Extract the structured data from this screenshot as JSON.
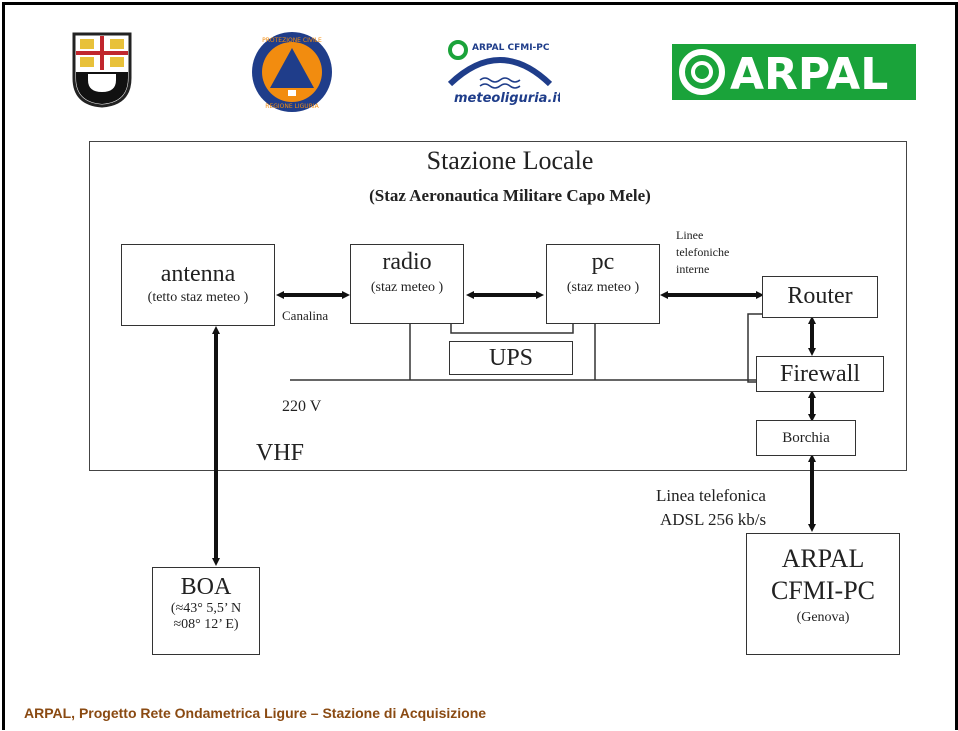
{
  "logos": {
    "logo1": "regione-liguria-crest",
    "logo2": {
      "line1": "PROTEZIONE CIVILE",
      "line2": "REGIONE LIGURIA"
    },
    "logo3": {
      "top": "ARPAL CFMI-PC",
      "bottom": "meteoliguria.it"
    },
    "logo4": "ARPAL"
  },
  "station": {
    "title": "Stazione Locale",
    "subtitle": "(Staz Aeronautica Militare Capo Mele)"
  },
  "nodes": {
    "antenna": {
      "label": "antenna",
      "sub": "(tetto staz meteo )"
    },
    "radio": {
      "label": "radio",
      "sub": "(staz meteo )"
    },
    "pc": {
      "label": "pc",
      "sub": "(staz meteo )"
    },
    "router": {
      "label": "Router"
    },
    "firewall": {
      "label": "Firewall"
    },
    "borchia": {
      "label": "Borchia"
    },
    "ups": {
      "label": "UPS"
    },
    "boa": {
      "label": "BOA",
      "coord1": "(≈43° 5,5’ N",
      "coord2": "≈08° 12’ E)"
    },
    "arpal": {
      "line1": "ARPAL",
      "line2": "CFMI-PC",
      "sub": "(Genova)"
    }
  },
  "labels": {
    "canalina": "Canalina",
    "linee1": "Linee",
    "linee2": "telefoniche",
    "linee3": "interne",
    "v220": "220 V",
    "vhf": "VHF",
    "linea1": "Linea telefonica",
    "linea2": "ADSL 256 kb/s"
  },
  "colors": {
    "arpal_green": "#1aa33a",
    "footer_brown": "#8a4a12",
    "logo_orange": "#f28c0f",
    "logo_blue": "#1f3d8a"
  },
  "footer": "ARPAL, Progetto Rete Ondametrica Ligure – Stazione di Acquisizione"
}
